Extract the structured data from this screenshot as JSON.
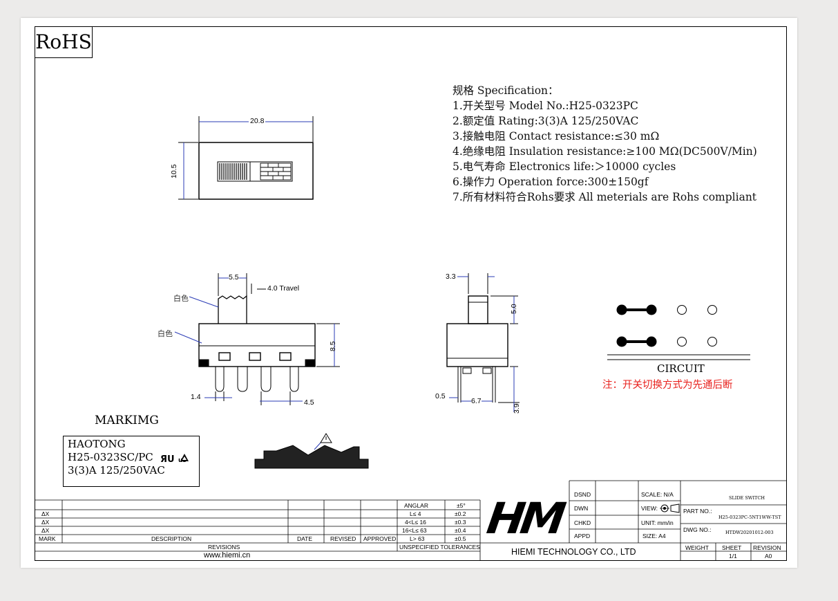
{
  "rohs_label": "RoHS",
  "spec": {
    "title": "规格 Specification：",
    "lines": [
      "1.开关型号 Model No.:H25-0323PC",
      "2.额定值 Rating:3(3)A  125/250VAC",
      "3.接触电阻 Contact resistance:≤30 mΩ",
      "4.绝缘电阻 Insulation resistance:≥100 MΩ(DC500V/Min)",
      "5.电气寿命 Electronics life:＞10000 cycles",
      "6.操作力 Operation force:300±150gf",
      "7.所有材料符合Rohs要求 All meterials are Rohs compliant"
    ]
  },
  "top_view": {
    "width_dim": "20.8",
    "height_dim": "10.5"
  },
  "front_view": {
    "knob_width": "5.5",
    "travel": "4.0 Travel",
    "color_label_1": "白色",
    "color_label_2": "白色",
    "height_dim": "8.5",
    "pin_width": "1.4",
    "pin_pitch": "4.5"
  },
  "side_view": {
    "knob": "3.3",
    "knob_height": "5.0",
    "pin_thick": "0.5",
    "pin_span": "6.7",
    "pin_len": "3.9"
  },
  "circuit": {
    "title": "CIRCUIT",
    "note": "注：开关切换方式为先通后断"
  },
  "marking": {
    "title": "MARKIMG",
    "lines": [
      "HAOTONG",
      "H25-0323SC/PC",
      "3(3)A  125/250VAC"
    ]
  },
  "revisions": {
    "rows": [
      "ΔX",
      "ΔX",
      "ΔX"
    ],
    "headers": [
      "MARK",
      "DESCRIPTION",
      "DATE",
      "REVISED",
      "APPROVED"
    ],
    "footer": "REVISIONS",
    "website": "www.hiemi.cn"
  },
  "tolerances": {
    "rows": [
      [
        "ANGLAR",
        "±5°"
      ],
      [
        "L≤  4",
        "±0.2"
      ],
      [
        "4<L≤  16",
        "±0.3"
      ],
      [
        "16<L≤  63",
        "±0.4"
      ],
      [
        "L>  63",
        "±0.5"
      ]
    ],
    "footer": "UNSPECIFIED TOLERANCES"
  },
  "company": {
    "logo": "HM",
    "name": "HIEMI TECHNOLOGY CO., LTD"
  },
  "titleblock": {
    "roles": [
      "DSND",
      "DWN",
      "CHKD",
      "APPD"
    ],
    "scale": "SCALE: N/A",
    "view": "VIEW:",
    "unit": "UNIT: mm/in",
    "size": "SIZE: A4",
    "title": "SLIDE SWITCH",
    "part_label": "PART NO.:",
    "part_no": "H25-0323PC-5NT1WW-TST",
    "dwg_label": "DWG NO.:",
    "dwg_no": "HTDW20201012-003",
    "weight": "WEIGHT",
    "sheet": "SHEET",
    "sheet_val": "1/1",
    "revision": "REVISION",
    "revision_val": "A0"
  }
}
